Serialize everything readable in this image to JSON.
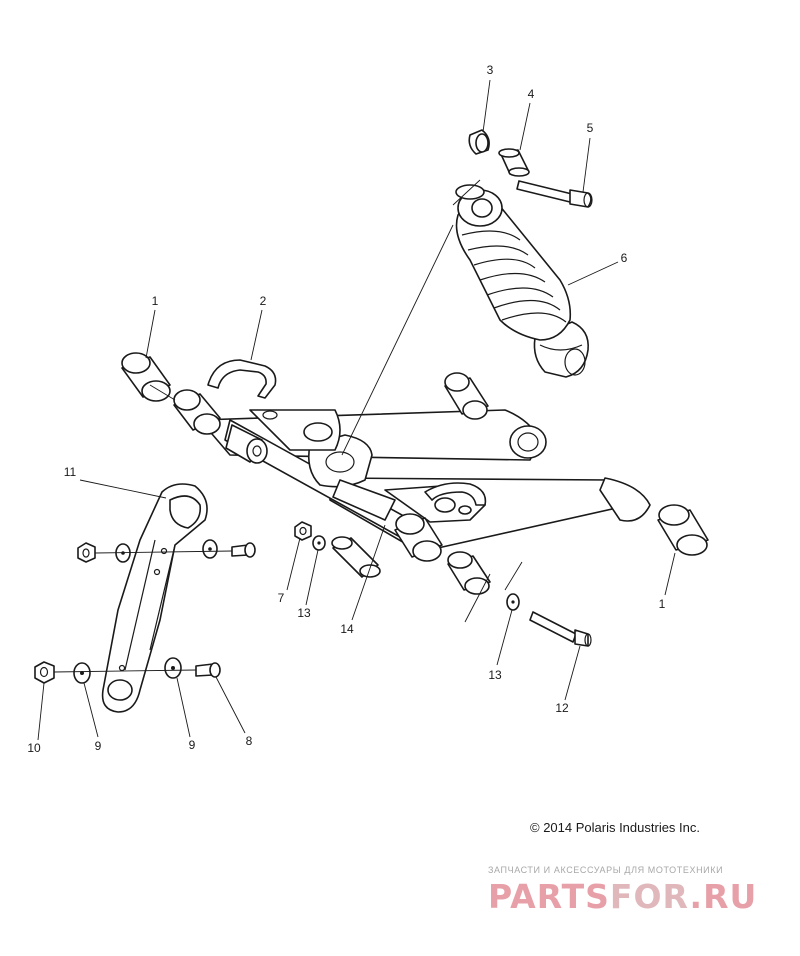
{
  "copyright": "© 2014 Polaris Industries Inc.",
  "watermark": {
    "tagline": "ЗАПЧАСТИ И АКСЕССУАРЫ ДЛЯ МОТОТЕХНИКИ",
    "brand_left": "PARTS",
    "brand_mid": "FOR",
    "brand_right": ".RU",
    "color_primary": "#e8a0a8",
    "color_tagline": "#a8a8a8"
  },
  "callouts": {
    "c1a": "1",
    "c1b": "1",
    "c2": "2",
    "c3": "3",
    "c4": "4",
    "c5": "5",
    "c6": "6",
    "c7": "7",
    "c8": "8",
    "c9a": "9",
    "c9b": "9",
    "c10": "10",
    "c11": "11",
    "c12": "12",
    "c13a": "13",
    "c13b": "13",
    "c14": "14"
  }
}
